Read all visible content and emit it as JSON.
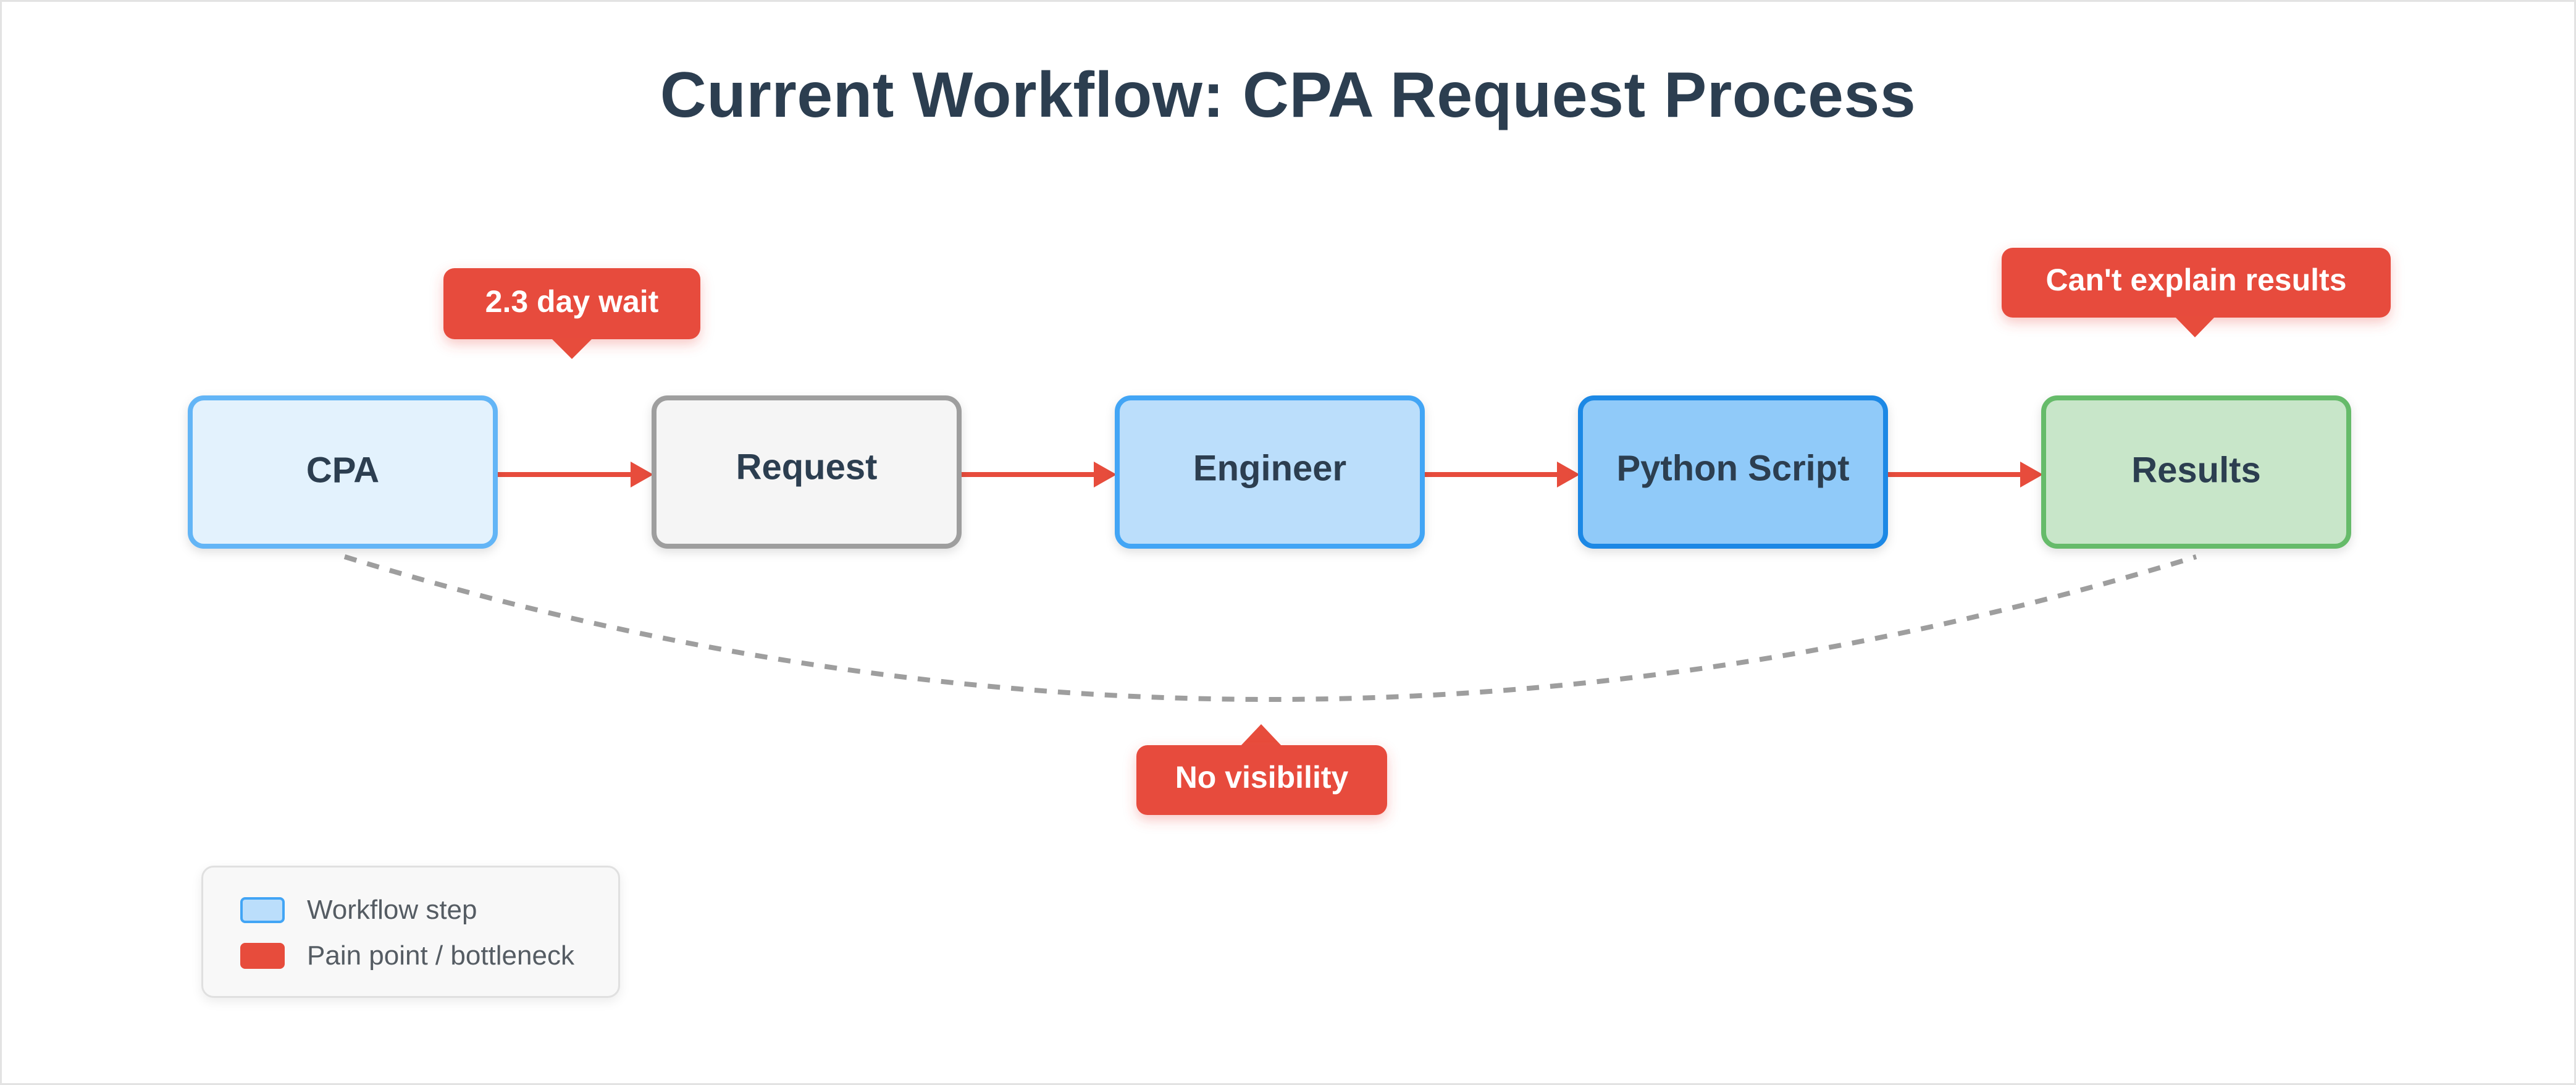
{
  "title": "Current Workflow: CPA Request Process",
  "nodes": [
    {
      "id": "cpa",
      "label": "CPA",
      "fill": "#e3f2fd",
      "stroke": "#64b5f6"
    },
    {
      "id": "request",
      "label": "Request",
      "fill": "#f5f5f5",
      "stroke": "#9e9e9e"
    },
    {
      "id": "engineer",
      "label": "Engineer",
      "fill": "#bbdefb",
      "stroke": "#42a5f5"
    },
    {
      "id": "python-script",
      "label": "Python Script",
      "fill": "#90caf9",
      "stroke": "#1e88e5"
    },
    {
      "id": "results",
      "label": "Results",
      "fill": "#c8e6c9",
      "stroke": "#66bb6a"
    }
  ],
  "edges": [
    {
      "from": "cpa",
      "to": "request"
    },
    {
      "from": "request",
      "to": "engineer"
    },
    {
      "from": "engineer",
      "to": "python-script"
    },
    {
      "from": "python-script",
      "to": "results"
    }
  ],
  "feedback_edge": {
    "from": "cpa",
    "to": "results",
    "style": "dashed"
  },
  "callouts": [
    {
      "id": "wait",
      "text": "2.3 day wait"
    },
    {
      "id": "explain",
      "text": "Can't explain results"
    },
    {
      "id": "visibility",
      "text": "No visibility"
    }
  ],
  "legend": {
    "items": [
      {
        "label": "Workflow step",
        "color": "#bbdefb",
        "border": "#42a5f5"
      },
      {
        "label": "Pain point / bottleneck",
        "color": "#e74c3c",
        "border": "#e74c3c"
      }
    ]
  },
  "colors": {
    "title": "#2c3e50",
    "arrow": "#e74c3c",
    "callout": "#e74c3c",
    "dashed_curve": "#9e9e9e"
  }
}
